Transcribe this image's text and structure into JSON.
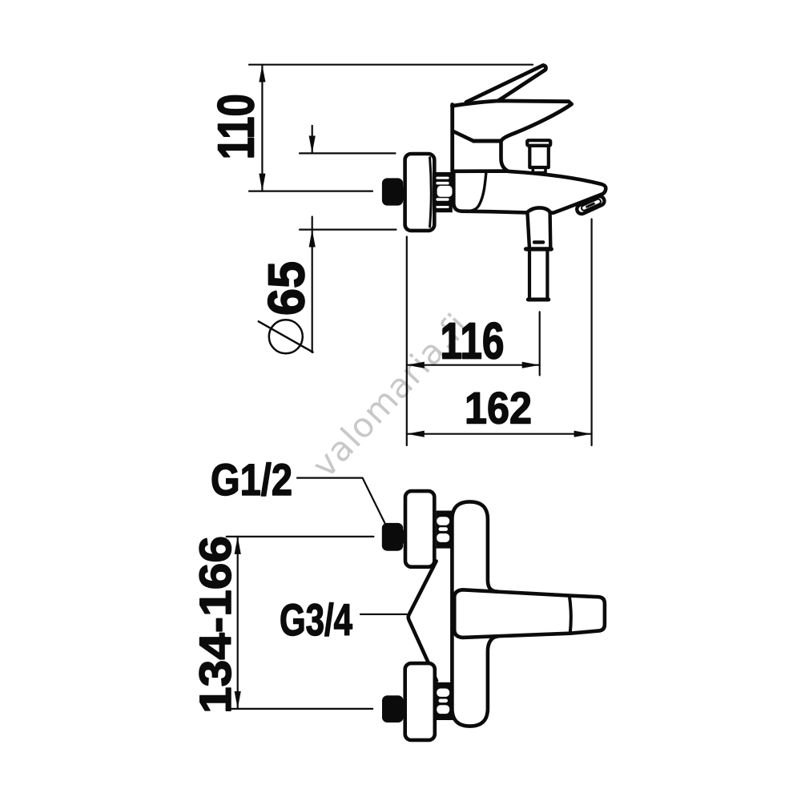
{
  "watermark": {
    "text": "valomaria.fi",
    "color": "#c8c8c8"
  },
  "colors": {
    "line": "#0b0b0b",
    "background": "#ffffff"
  },
  "side_view": {
    "dim_height_to_lever_top": "110",
    "dim_escutcheon_diameter": "65",
    "diameter_symbol": "∅",
    "dim_wall_to_shower_outlet": "116",
    "dim_wall_to_spout_tip": "162"
  },
  "plan_view": {
    "label_shower_connection_thread": "G1/2",
    "label_spout_connection_thread": "G3/4",
    "dim_connection_center_distance": "134-166"
  }
}
